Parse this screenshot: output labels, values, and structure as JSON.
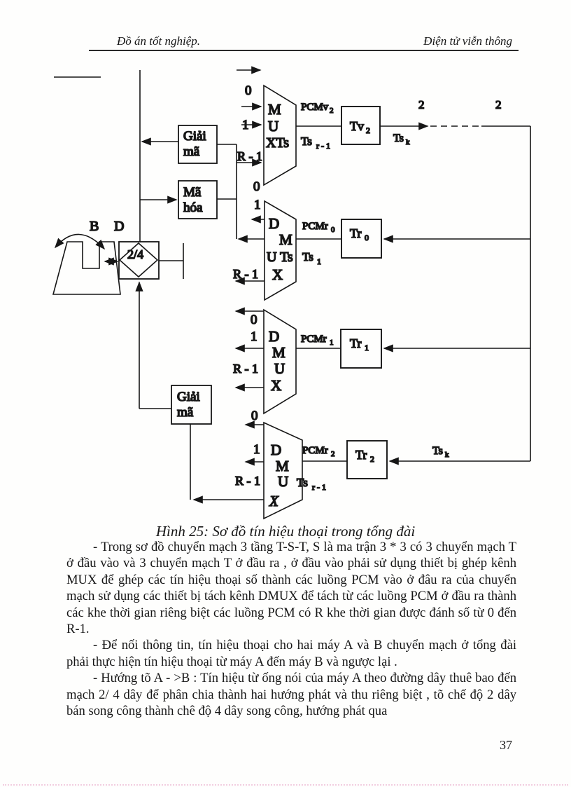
{
  "header": {
    "left": "Đồ án tốt nghiệp.",
    "right": "Điện tử viễn thông"
  },
  "diagram": {
    "mux1": {
      "in0": "0",
      "in1": "1",
      "inr": "R - 1",
      "row1": "M",
      "row2": "U",
      "row3": "XTs"
    },
    "mux1_out_pcm": {
      "base": "PCMv",
      "sub": "2"
    },
    "mux1_out_ts": {
      "base": "Ts",
      "sub": "r - 1"
    },
    "tv2": {
      "base": "Tv",
      "sub": "2"
    },
    "two_left": "2",
    "two_right": "2",
    "ts_k_top": {
      "base": "Ts",
      "sub": "k"
    },
    "giai_ma_1": {
      "line1": "Giải",
      "line2": "mã"
    },
    "ma_hoa": {
      "line1": "Mã",
      "line2": "hóa"
    },
    "phone_b": "B",
    "phone_d": "D",
    "hybrid": "2/4",
    "dmux2": {
      "in0": "0",
      "in1": "1",
      "inr": "R - 1",
      "row1": "D",
      "row2": "M",
      "row3": "U Ts",
      "row4": "X"
    },
    "dmux2_out_pcm": {
      "base": "PCMr",
      "sub": "0"
    },
    "dmux2_out_ts": {
      "base": "Ts",
      "sub": "1"
    },
    "tr0": {
      "base": "Tr",
      "sub": "0"
    },
    "dmux3": {
      "in0": "0",
      "in1": "1",
      "inr": "R - 1",
      "row1": "D",
      "row2": "M",
      "row3": "U",
      "row4": "X"
    },
    "dmux3_out_pcm": {
      "base": "PCMr",
      "sub": "1"
    },
    "tr1": {
      "base": "Tr",
      "sub": "1"
    },
    "giai_ma_2": {
      "line1": "Giải",
      "line2": "mã"
    },
    "dmux4": {
      "in0": "0",
      "in1": "1",
      "inr": "R - 1",
      "row1": "D",
      "row2": "M",
      "row3": "U",
      "row4": "X"
    },
    "dmux4_out_pcm": {
      "base": "PCMr",
      "sub": "2"
    },
    "dmux4_out_ts": {
      "base": "Ts",
      "sub": "r - 1"
    },
    "tr2": {
      "base": "Tr",
      "sub": "2"
    },
    "ts_k_bottom": {
      "base": "Ts",
      "sub": "k"
    }
  },
  "caption": "Hình 25: Sơ đồ tín hiệu thoại trong tổng đài",
  "paragraphs": [
    "- Trong sơ đồ chuyển mạch 3 tầng T-S-T, S là ma trận 3 * 3 có 3 chuyển mạch T ở đầu vào và 3 chuyển mạch T ở đầu ra , ở đầu vào phải sử dụng thiết bị ghép kênh MUX để ghép các tín hiệu thoại số thành các luồng PCM vào ở đâu ra của chuyển mạch sử dụng các thiết bị tách kênh DMUX để tách từ các luồng PCM ở đầu ra thành các khe thời gian riêng biệt các luồng PCM có R khe thời gian được đánh số từ 0 đến R-1.",
    "- Để nối thông tin, tín hiệu thoại cho hai máy A và B chuyển mạch ở tổng đài phải thực hiện tín hiệu thoại từ máy A đến máy B và ngược lại .",
    "- Hướng tõ A - >B : Tín hiệu từ ống nói của máy A theo đường dây thuê bao đến mạch 2/ 4 dây để phân chia thành hai hướng phát và thu riêng biệt , tõ chế độ 2 dây bán song công thành chê độ 4 dây song công, hướng phát qua"
  ],
  "page_number": "37"
}
